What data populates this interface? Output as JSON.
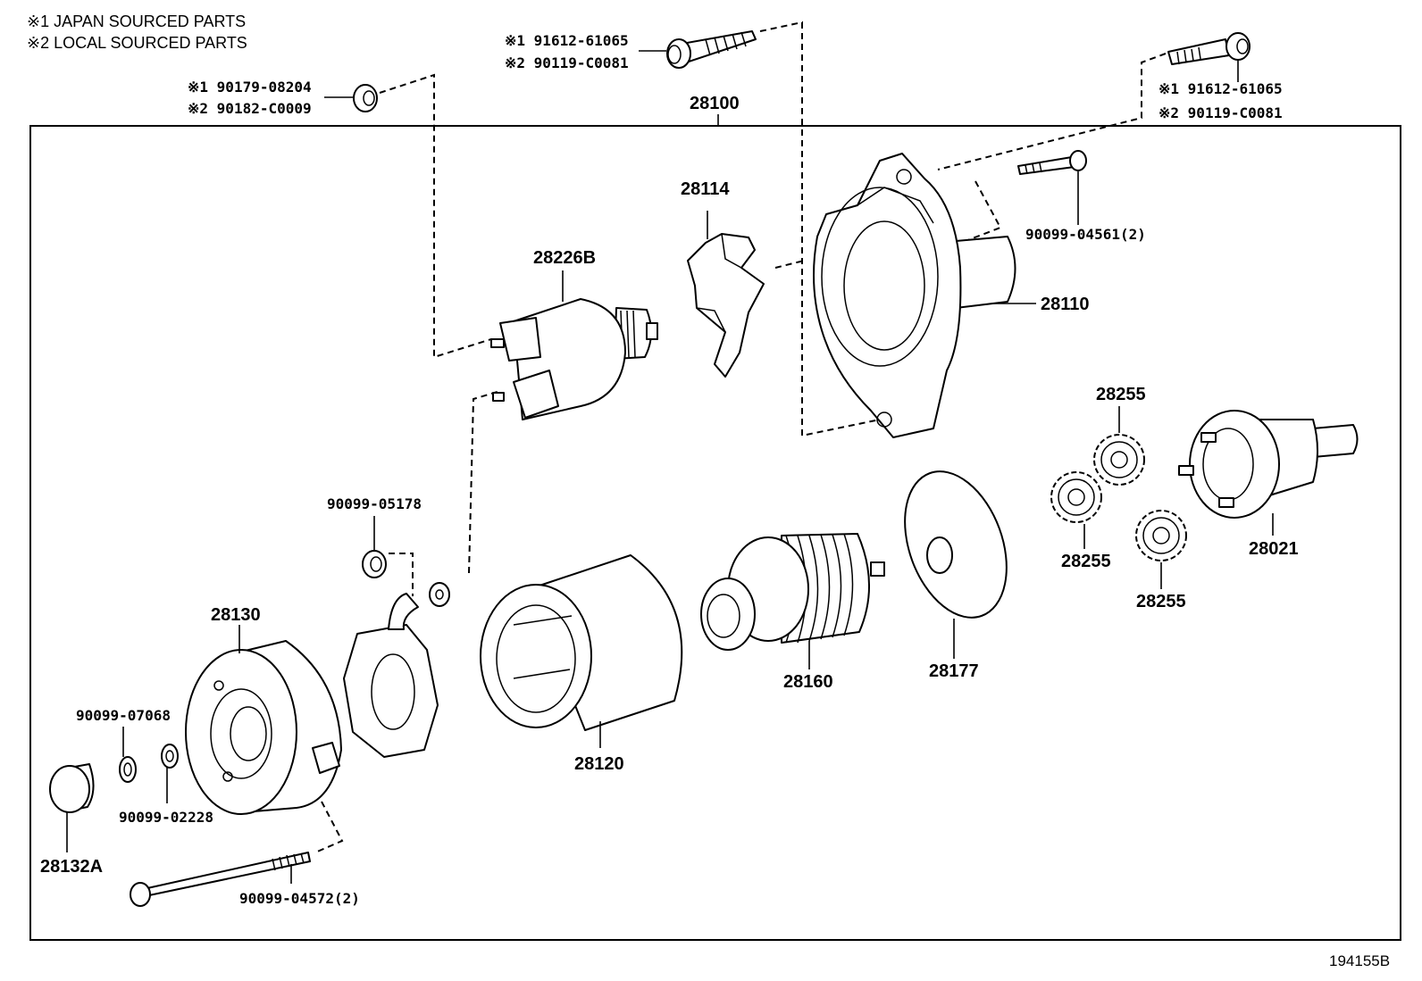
{
  "notes": {
    "japan": "※1 JAPAN SOURCED PARTS",
    "local": "※2 LOCAL SOURCED PARTS"
  },
  "labels": {
    "p28100": "28100",
    "p28114": "28114",
    "p28226b": "28226B",
    "p28110": "28110",
    "p28255_a": "28255",
    "p28255_b": "28255",
    "p28255_c": "28255",
    "p28021": "28021",
    "p28177": "28177",
    "p28160": "28160",
    "p28120": "28120",
    "p28130": "28130",
    "p28132a": "28132A",
    "b90099_05178": "90099-05178",
    "b90099_07068": "90099-07068",
    "b90099_02228": "90099-02228",
    "b90099_04572": "90099-04572(2)",
    "b90099_04561": "90099-04561(2)",
    "nut_j": "※1 90179-08204",
    "nut_l": "※2 90182-C0009",
    "bolt_top_j": "※1 91612-61065",
    "bolt_top_l": "※2 90119-C0081",
    "bolt_right_j": "※1 91612-61065",
    "bolt_right_l": "※2 90119-C0081"
  },
  "figure_id": "194155B",
  "icons": [
    "starter-housing-icon",
    "solenoid-icon",
    "lever-icon",
    "armature-icon",
    "yoke-icon",
    "brush-holder-icon",
    "end-frame-icon",
    "gear-icon",
    "planetary-shaft-icon",
    "bolt-icon",
    "nut-icon",
    "washer-icon",
    "cap-icon",
    "plate-icon"
  ]
}
